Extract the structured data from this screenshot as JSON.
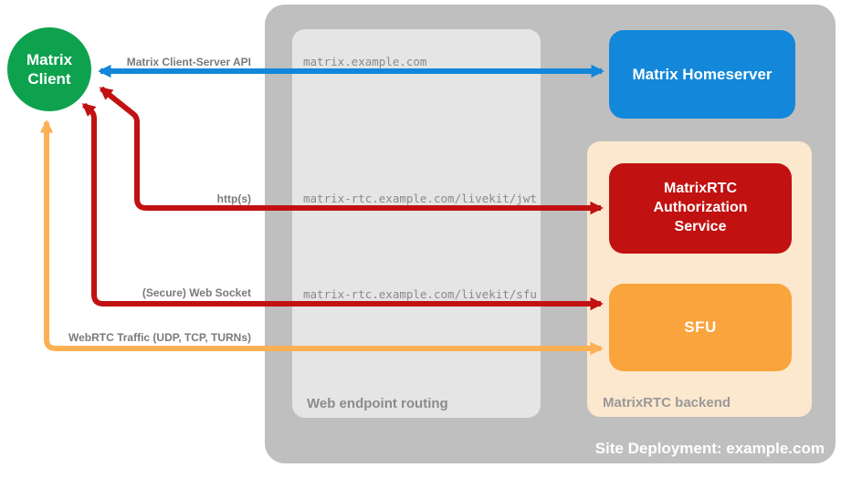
{
  "nodes": {
    "client": {
      "label": "Matrix Client",
      "color": "#0EA24F"
    },
    "homeserver": {
      "label": "Matrix Homeserver",
      "color": "#1387DA"
    },
    "auth": {
      "label": "MatrixRTC Authorization Service",
      "color": "#C11111"
    },
    "sfu": {
      "label": "SFU",
      "color": "#F9A43C"
    }
  },
  "groups": {
    "deployment": {
      "label": "Site Deployment: example.com",
      "bg": "#BFBFBF",
      "label_color": "#FFFFFF"
    },
    "routing": {
      "label": "Web endpoint routing",
      "bg": "#E5E5E5",
      "label_color": "#8B8B8B"
    },
    "backend": {
      "label": "MatrixRTC backend",
      "bg": "#FCE8CE",
      "label_color": "#999999"
    }
  },
  "connections": [
    {
      "label": "Matrix Client-Server API",
      "endpoint": "matrix.example.com",
      "color": "#1387DA",
      "from": "Matrix Client",
      "to": "Matrix Homeserver",
      "bidirectional": true
    },
    {
      "label": "http(s)",
      "endpoint": "matrix-rtc.example.com/livekit/jwt",
      "color": "#C11111",
      "from": "Matrix Client",
      "to": "MatrixRTC Authorization Service",
      "bidirectional": true
    },
    {
      "label": "(Secure) Web Socket",
      "endpoint": "matrix-rtc.example.com/livekit/sfu",
      "color": "#C11111",
      "from": "Matrix Client",
      "to": "SFU",
      "bidirectional": true
    },
    {
      "label": "WebRTC Traffic (UDP, TCP, TURNs)",
      "color": "#FBB054",
      "from": "Matrix Client",
      "to": "SFU",
      "bidirectional": true
    }
  ]
}
